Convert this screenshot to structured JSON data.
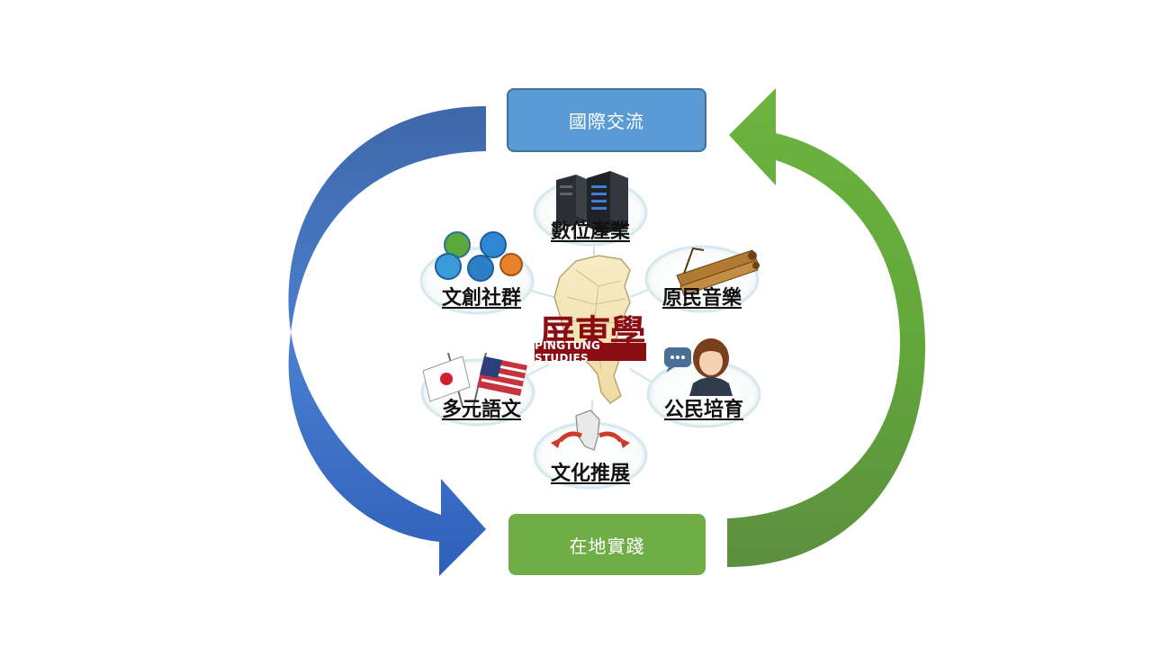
{
  "top_box": {
    "label": "國際交流",
    "color": "#5b9bd5"
  },
  "bottom_box": {
    "label": "在地實踐",
    "color": "#70ad47"
  },
  "center": {
    "title": "屏東學",
    "subtitle": "PINGTUNG STUDIES",
    "color": "#8b0d14"
  },
  "nodes": [
    {
      "label": "數位產業",
      "icon": "server-icon"
    },
    {
      "label": "原民音樂",
      "icon": "nose-flute-icon"
    },
    {
      "label": "公民培育",
      "icon": "speaking-person-icon"
    },
    {
      "label": "文化推展",
      "icon": "spreading-map-icon"
    },
    {
      "label": "多元語文",
      "icon": "flags-icon"
    },
    {
      "label": "文創社群",
      "icon": "social-globes-icon"
    }
  ],
  "arrows": {
    "left_color": "#3a68b8",
    "right_color": "#5f9e3a"
  }
}
